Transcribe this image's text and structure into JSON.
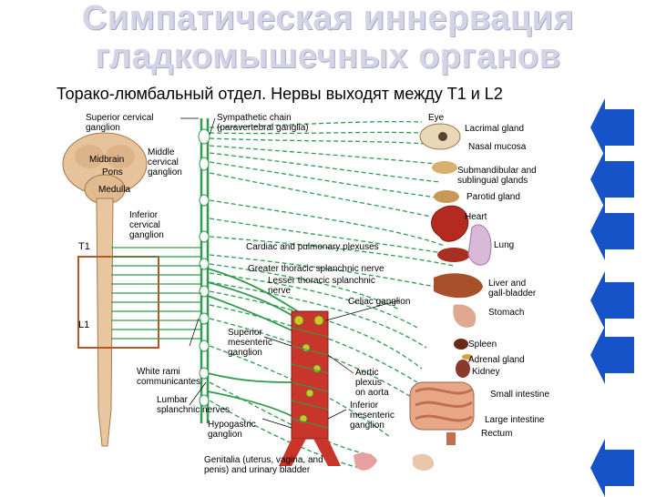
{
  "title": {
    "line1": "Симпатическая иннервация",
    "line2": "гладкомышечных органов"
  },
  "subtitle": "Торако-люмбальный отдел. Нервы выходят между T1 и L2",
  "labels": {
    "superior_cervical_1": "Superior cervical",
    "superior_cervical_2": "ganglion",
    "sympathetic_chain_1": "Sympathetic chain",
    "sympathetic_chain_2": "(paravertebral ganglia)",
    "midbrain": "Midbrain",
    "pons": "Pons",
    "medulla": "Medulla",
    "middle_cervical_1": "Middle",
    "middle_cervical_2": "cervical",
    "middle_cervical_3": "ganglion",
    "inferior_cervical_1": "Inferior",
    "inferior_cervical_2": "cervical",
    "inferior_cervical_3": "ganglion",
    "t1": "T1",
    "l1": "L1",
    "cardiac_plexuses": "Cardiac and pulmonary plexuses",
    "greater_thoracic": "Greater thoracic splanchnic nerve",
    "lesser_thoracic_1": "Lesser thoracic splanchnic",
    "lesser_thoracic_2": "nerve",
    "celiac": "Celiac ganglion",
    "superior_mesenteric_1": "Superior",
    "superior_mesenteric_2": "mesenteric",
    "superior_mesenteric_3": "ganglion",
    "white_rami_1": "White rami",
    "white_rami_2": "communicantes",
    "lumbar_1": "Lumbar",
    "lumbar_2": "splanchnic nerves",
    "hypogastric_1": "Hypogastric",
    "hypogastric_2": "ganglion",
    "aortic_1": "Aortic",
    "aortic_2": "plexus",
    "aortic_3": "on aorta",
    "inferior_mesenteric_1": "Inferior",
    "inferior_mesenteric_2": "mesenteric",
    "inferior_mesenteric_3": "ganglion",
    "genitalia_1": "Genitalia (uterus, vagina, and",
    "genitalia_2": "penis) and urinary bladder"
  },
  "organs": {
    "eye": "Eye",
    "lacrimal": "Lacrimal gland",
    "nasal": "Nasal mucosa",
    "submandibular_1": "Submandibular and",
    "submandibular_2": "sublingual glands",
    "parotid": "Parotid gland",
    "heart": "Heart",
    "lung": "Lung",
    "liver_1": "Liver and",
    "liver_2": "gall-bladder",
    "stomach": "Stomach",
    "spleen": "Spleen",
    "adrenal": "Adrenal gland",
    "kidney": "Kidney",
    "small_intestine": "Small intestine",
    "large_intestine": "Large intestine",
    "rectum": "Rectum"
  },
  "colors": {
    "nerve": "#2f9c4e",
    "highlight_box": "#b5562a",
    "arrow": "#1652c8",
    "spinal_cord": "#e8c7a0",
    "title": "#d4d4e6"
  }
}
